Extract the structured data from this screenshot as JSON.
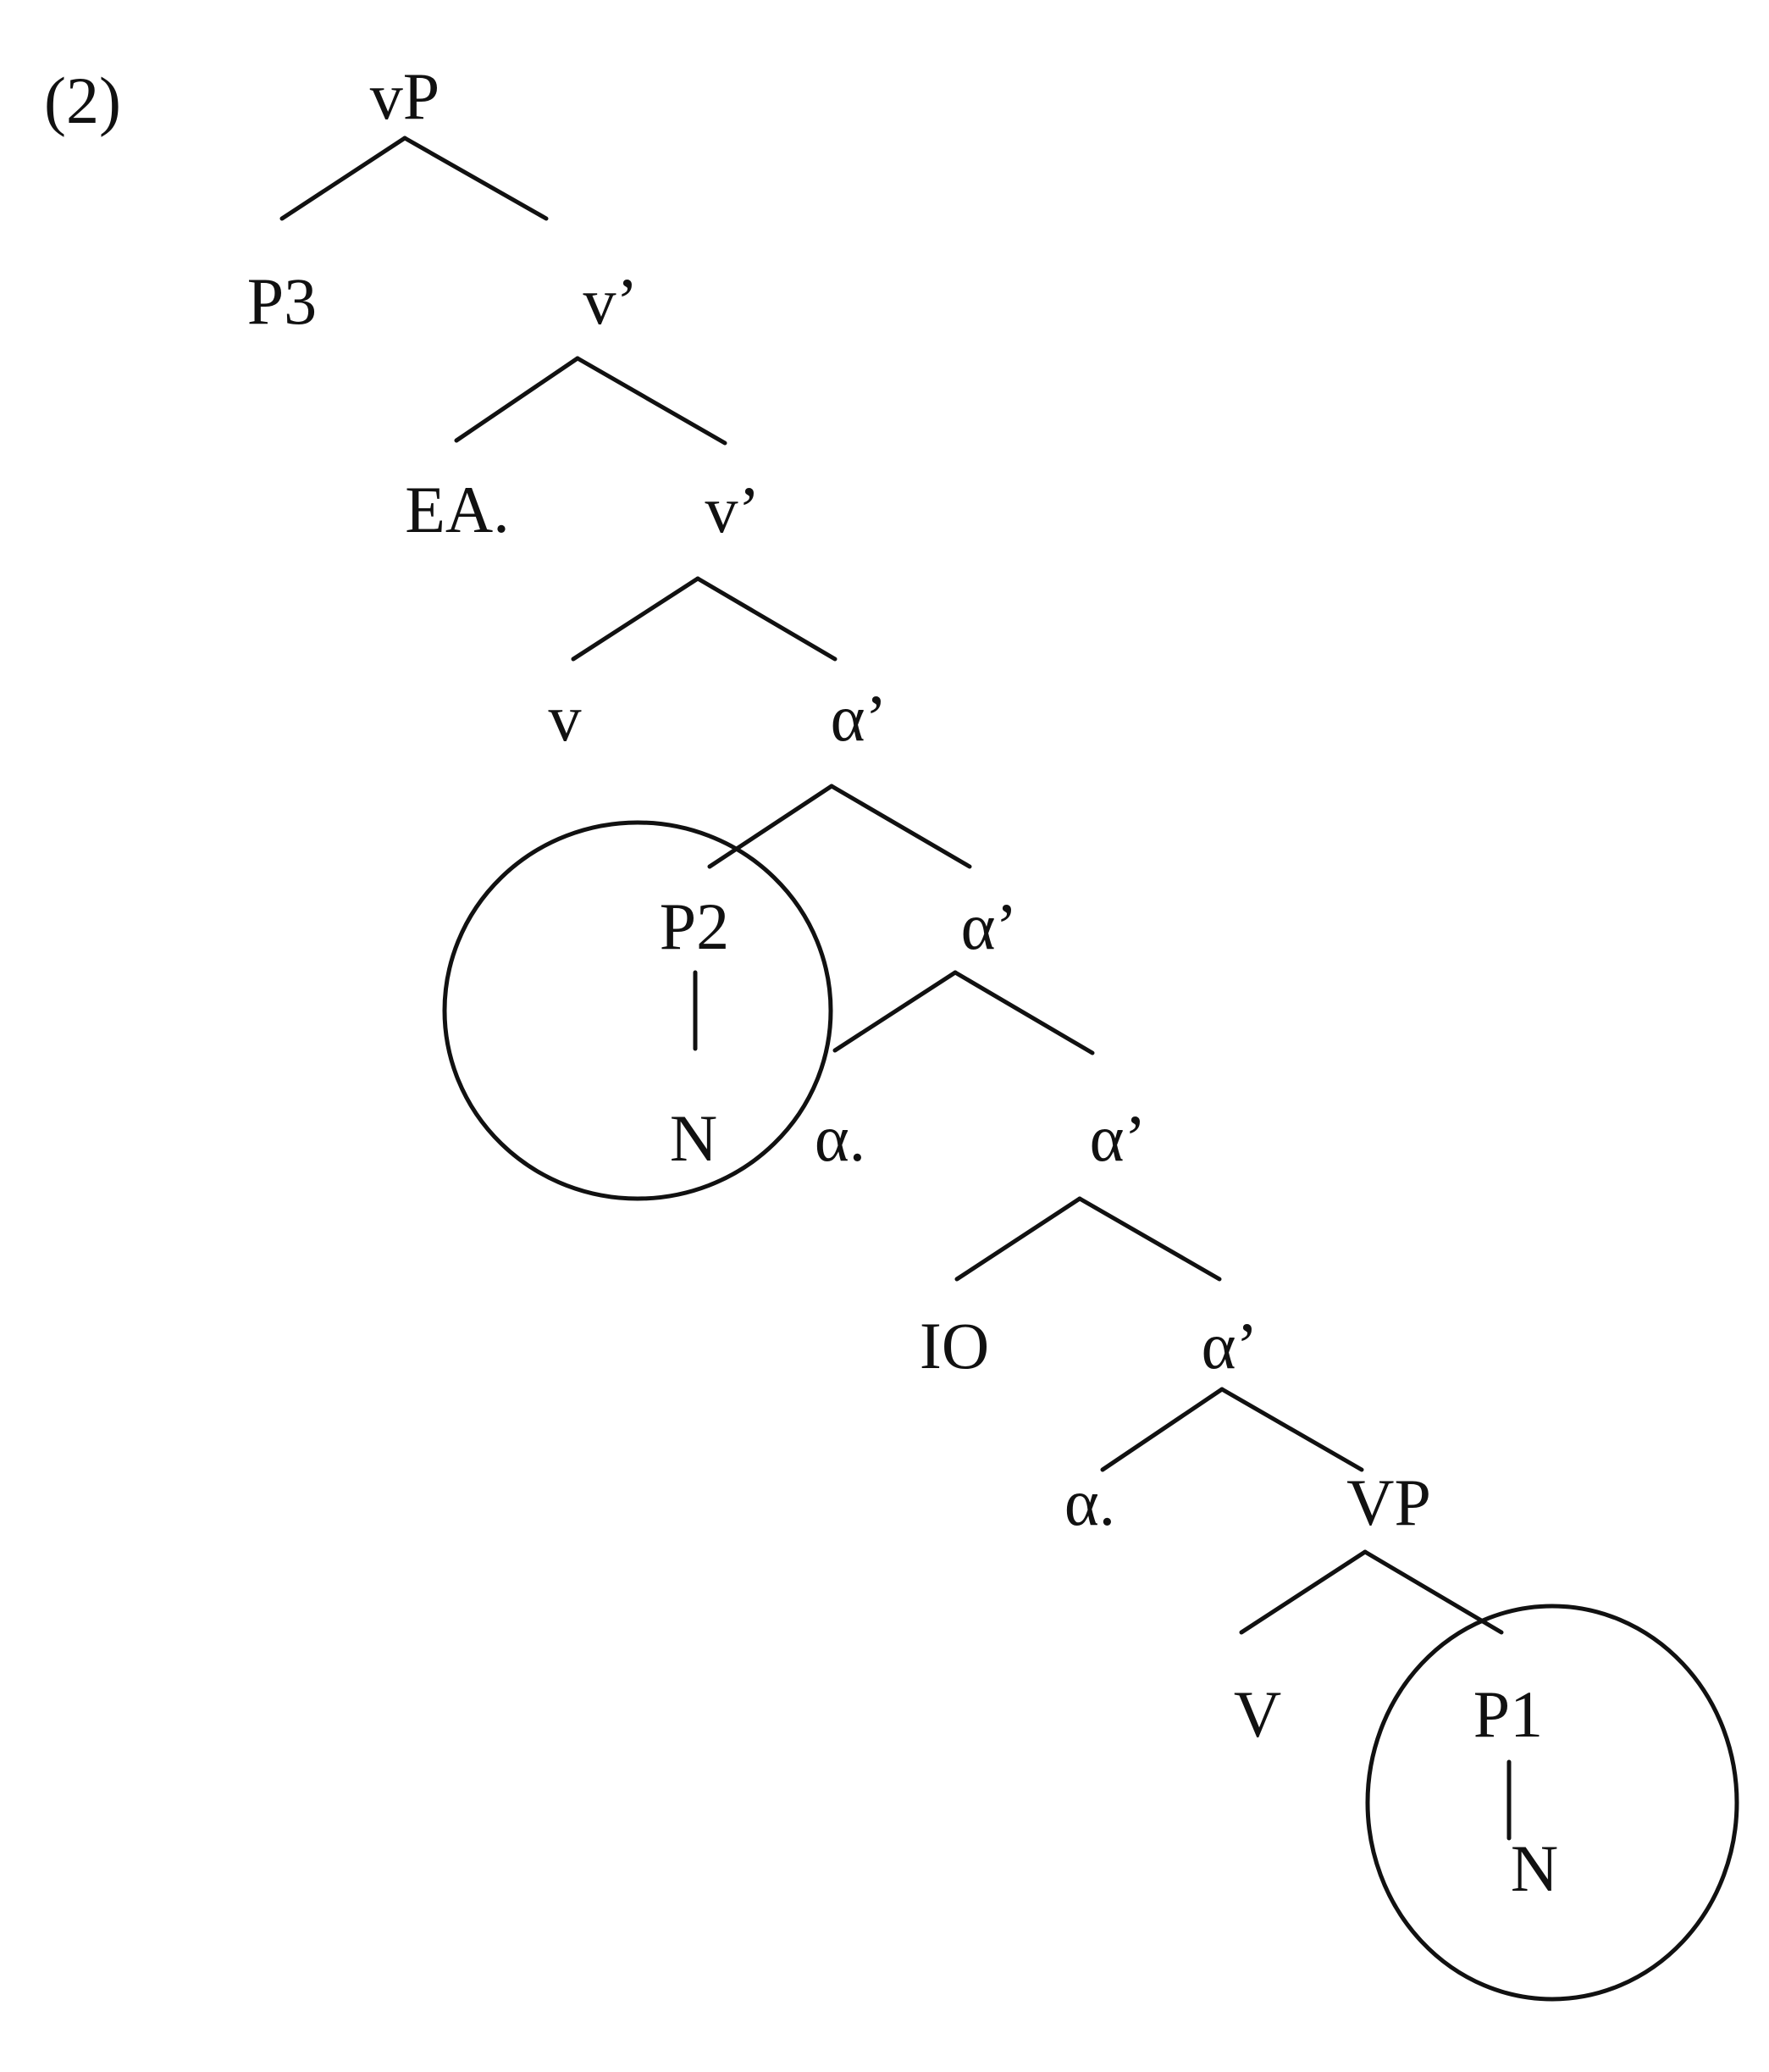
{
  "example_number": "(2)",
  "nodes": {
    "vP": "vP",
    "P3": "P3",
    "v_bar_1": "v’",
    "EA": "EA.",
    "v_bar_2": "v’",
    "v": "v",
    "alpha_bar_1": "α’",
    "P2": "P2",
    "alpha_bar_2": "α’",
    "N_1": "N",
    "alpha_1": "α.",
    "alpha_bar_3": "α’",
    "IO": "IO",
    "alpha_bar_4": "α’",
    "alpha_2": "α.",
    "VP": "VP",
    "V": "V",
    "P1": "P1",
    "N_2": "N"
  },
  "circled_nodes": [
    "P2",
    "P1"
  ]
}
